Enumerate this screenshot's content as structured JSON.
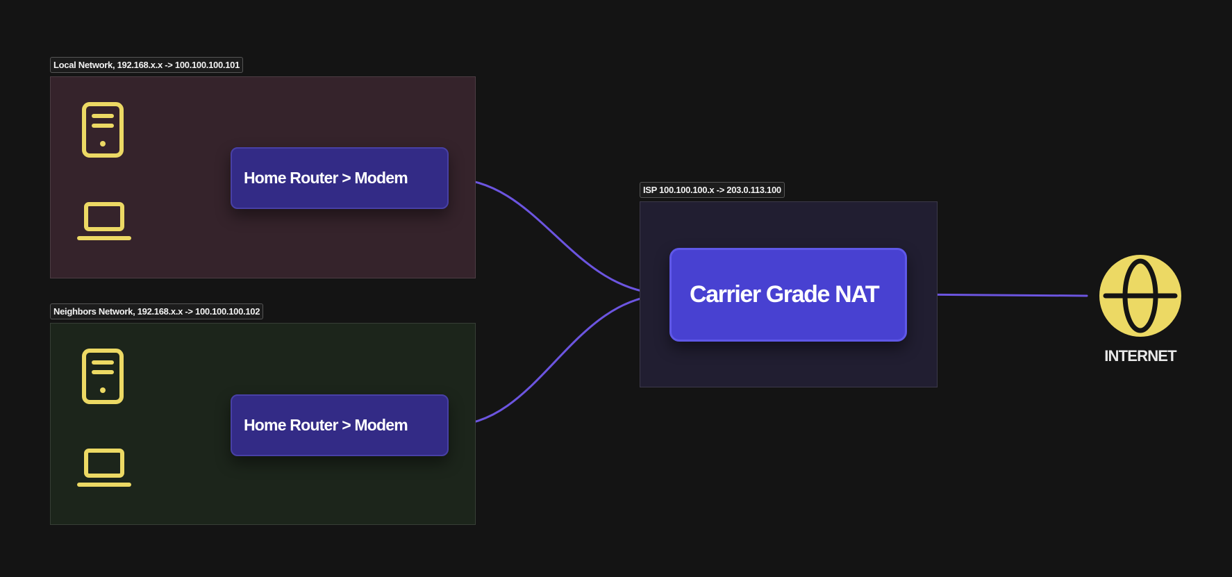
{
  "groups": {
    "local": {
      "label": "Local Network, 192.168.x.x -> 100.100.100.101"
    },
    "neighbors": {
      "label": "Neighbors Network, 192.168.x.x -> 100.100.100.102"
    },
    "isp": {
      "label": "ISP 100.100.100.x -> 203.0.113.100"
    }
  },
  "nodes": {
    "local_router": "Home Router > Modem",
    "neighbor_router": "Home Router > Modem",
    "cgnat": "Carrier Grade NAT",
    "internet": "INTERNET"
  },
  "icons": {
    "device_top": "server-icon",
    "device_bottom": "laptop-icon",
    "internet": "globe-icon"
  },
  "colors": {
    "background": "#141414",
    "local_group_fill": "#35232b",
    "neighbor_group_fill": "#1c251b",
    "isp_group_fill": "#211e31",
    "router_fill": "#332b86",
    "cgnat_fill": "#4841d1",
    "connector": "#6c55e0",
    "icon": "#ecd964"
  }
}
